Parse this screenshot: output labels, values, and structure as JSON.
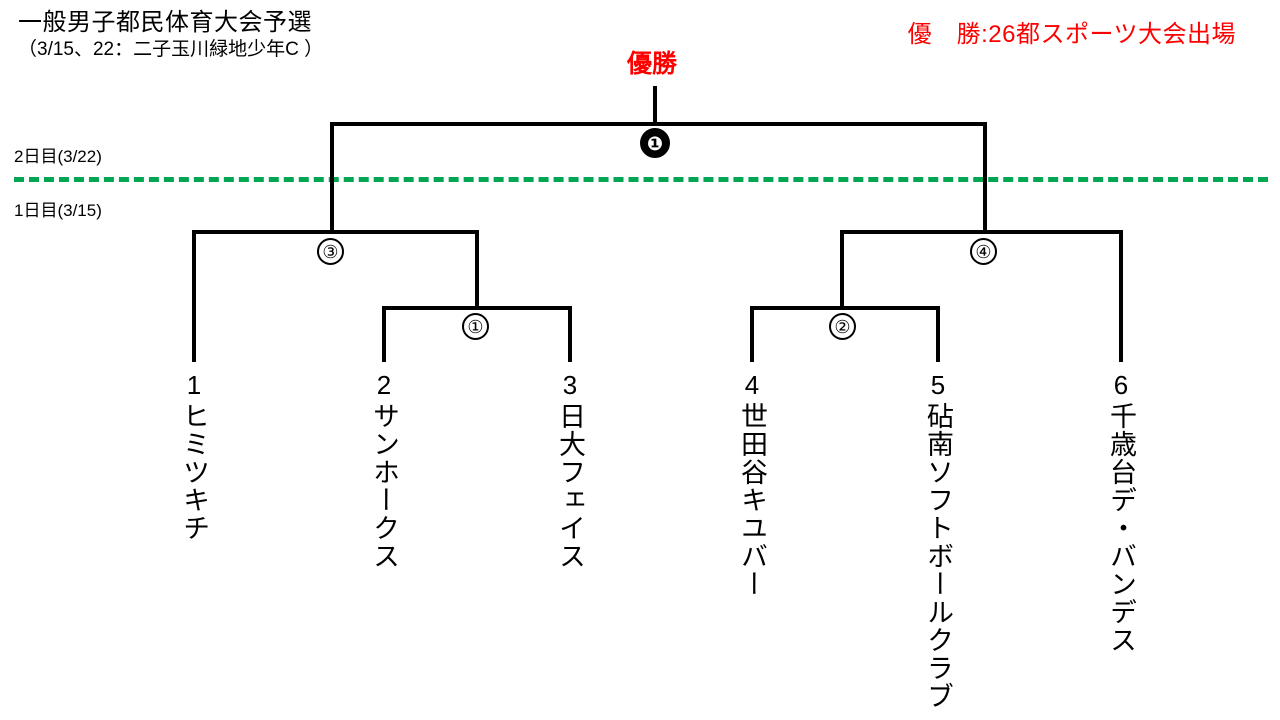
{
  "header": {
    "title": "一般男子都民体育大会予選",
    "subtitle": "（3/15、22：二子玉川緑地少年C ）",
    "prize_note": "優　勝:26都スポーツ大会出場",
    "champion_label": "優勝"
  },
  "schedule": {
    "day2_label": "2日目(3/22)",
    "day1_label": "1日目(3/15)",
    "divider_color": "#00a651"
  },
  "matches": [
    {
      "id": "final",
      "marker": "❶",
      "style": "filled"
    },
    {
      "id": "semi-left",
      "marker": "③",
      "style": "outline"
    },
    {
      "id": "first-left",
      "marker": "①",
      "style": "outline"
    },
    {
      "id": "semi-right",
      "marker": "④",
      "style": "outline"
    },
    {
      "id": "first-right",
      "marker": "②",
      "style": "outline"
    }
  ],
  "teams": [
    {
      "seed": "1",
      "name": "ヒミツキチ"
    },
    {
      "seed": "2",
      "name": "サンホークス"
    },
    {
      "seed": "3",
      "name": "日大フェイス"
    },
    {
      "seed": "4",
      "name": "世田谷キユバー"
    },
    {
      "seed": "5",
      "name": "砧南ソフトボールクラブ"
    },
    {
      "seed": "6",
      "name": "千歳台デ・バンデス"
    }
  ]
}
